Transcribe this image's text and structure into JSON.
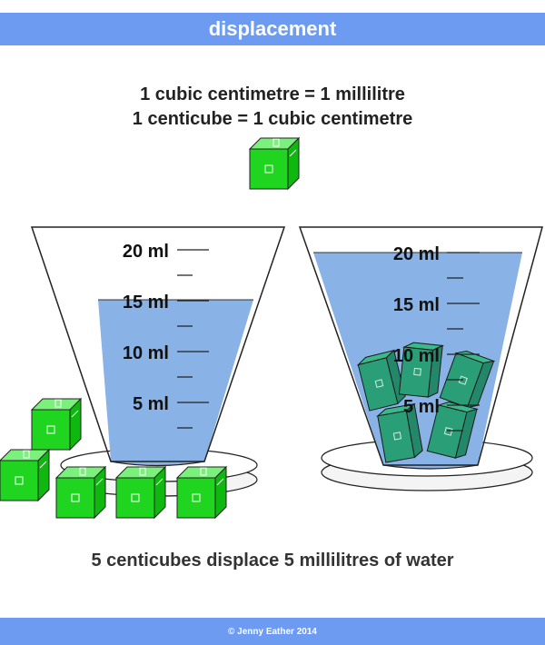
{
  "header": {
    "title": "displacement"
  },
  "equations": {
    "line1": "1 cubic centimetre = 1 millilitre",
    "line2": "1 centicube = 1 cubic centimetre"
  },
  "beaker_left": {
    "labels": [
      "20 ml",
      "15 ml",
      "10 ml",
      "5 ml"
    ],
    "water_level_ml": 15
  },
  "beaker_right": {
    "labels": [
      "20 ml",
      "15 ml",
      "10 ml",
      "5 ml"
    ],
    "water_level_ml": 20
  },
  "caption": "5 centicubes displace 5 millilitres of water",
  "footer": {
    "credit": "© Jenny Eather 2014"
  },
  "colors": {
    "header_bar": "#6d9bf2",
    "water": "#89b2e6",
    "cube": "#1fd51f",
    "submerged_cube": "#2a9f77"
  }
}
